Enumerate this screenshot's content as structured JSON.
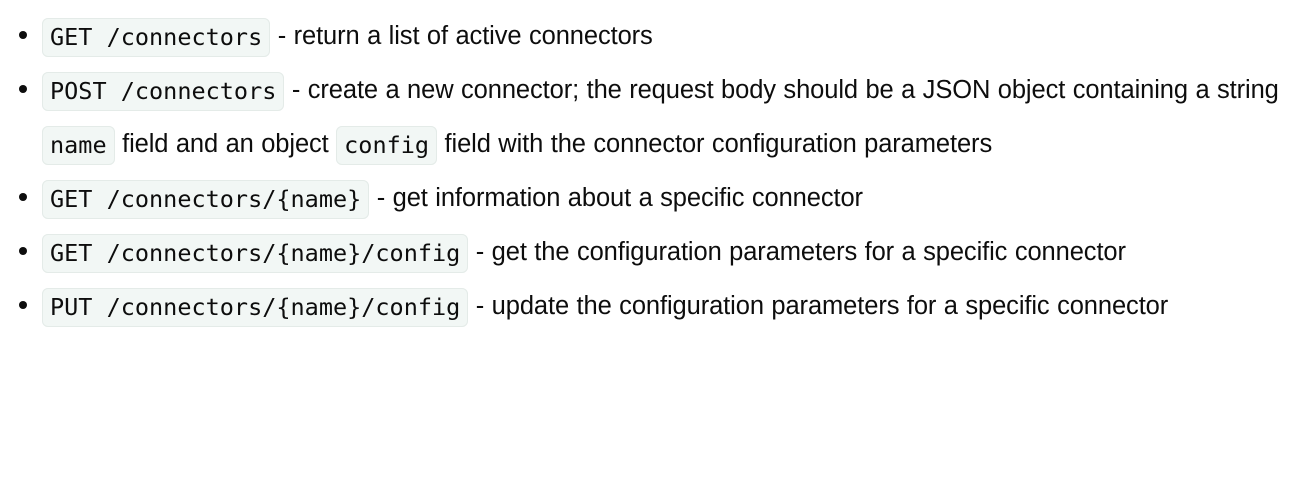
{
  "page": {
    "background_color": "#ffffff",
    "text_color": "#0d0d0d",
    "code_background_color": "#f2f7f5",
    "code_border_color": "#e4ebe8",
    "bullet_glyph": "•"
  },
  "endpoints": [
    {
      "code": "GET /connectors",
      "description": " - return a list of active connectors"
    },
    {
      "code": "POST /connectors",
      "description_part_1": " - create a new connector; the request body should be a JSON object containing a string ",
      "inline_code_1": "name",
      "description_part_2": " field and an object ",
      "inline_code_2": "config",
      "description_part_3": " field with the connector configuration parameters"
    },
    {
      "code": "GET /connectors/{name}",
      "description": " - get information about a specific connector"
    },
    {
      "code": "GET /connectors/{name}/config",
      "description": " - get the configuration parameters for a specific connector"
    },
    {
      "code": "PUT /connectors/{name}/config",
      "description": " - update the configuration parameters for a specific connector"
    }
  ]
}
